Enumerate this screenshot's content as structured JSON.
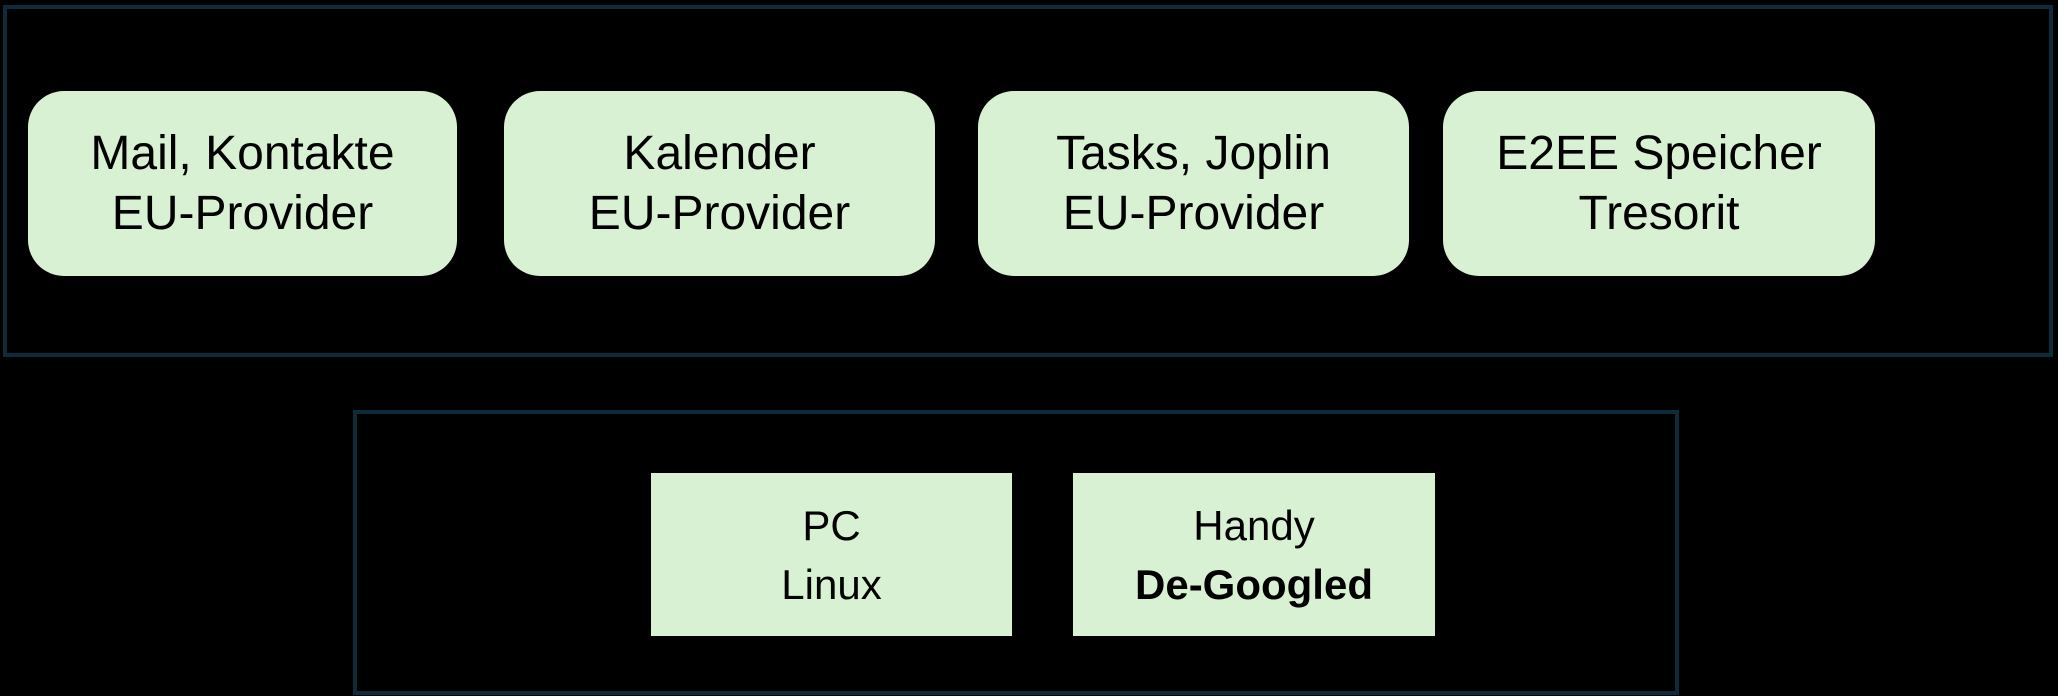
{
  "colors": {
    "background": "#000000",
    "group_border": "#0e2b3a",
    "node_fill": "#d8f1d2",
    "node_text": "#000000"
  },
  "top_group": {
    "boxes": [
      {
        "line1": "Mail, Kontakte",
        "line2": "EU-Provider"
      },
      {
        "line1": "Kalender",
        "line2": "EU-Provider"
      },
      {
        "line1": "Tasks, Joplin",
        "line2": "EU-Provider"
      },
      {
        "line1": "E2EE Speicher",
        "line2": "Tresorit"
      }
    ]
  },
  "bottom_group": {
    "boxes": [
      {
        "line1": "PC",
        "line2": "Linux"
      },
      {
        "line1": "Handy",
        "line2": "De-Googled"
      }
    ]
  }
}
